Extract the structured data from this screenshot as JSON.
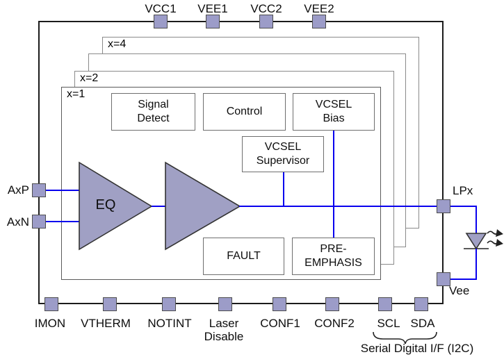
{
  "diagram": {
    "top_pins": [
      "VCC1",
      "VEE1",
      "VCC2",
      "VEE2"
    ],
    "left_pins": [
      "AxP",
      "AxN"
    ],
    "right_pins": [
      "LPx",
      "Vee"
    ],
    "bottom_pins": [
      "IMON",
      "VTHERM",
      "NOTINT",
      "Laser\nDisable",
      "CONF1",
      "CONF2",
      "SCL",
      "SDA"
    ],
    "channel_labels": {
      "ch1": "x=1",
      "ch2": "x=2",
      "ch4": "x=4"
    },
    "blocks": {
      "signal_detect": "Signal\nDetect",
      "control": "Control",
      "vcsel_bias": "VCSEL\nBias",
      "vcsel_supervisor": "VCSEL\nSupervisor",
      "fault": "FAULT",
      "pre_emphasis": "PRE-\nEMPHASIS",
      "eq": "EQ"
    },
    "serial_if_label": "Serial Digital I/F (I2C)"
  },
  "colors": {
    "pin_fill": "#9C9CC8",
    "shape_fill": "#A0A0C4",
    "wire": "#0800EE",
    "channel_border": "#8A8A8A",
    "outer_border": "#1B1B1B"
  }
}
